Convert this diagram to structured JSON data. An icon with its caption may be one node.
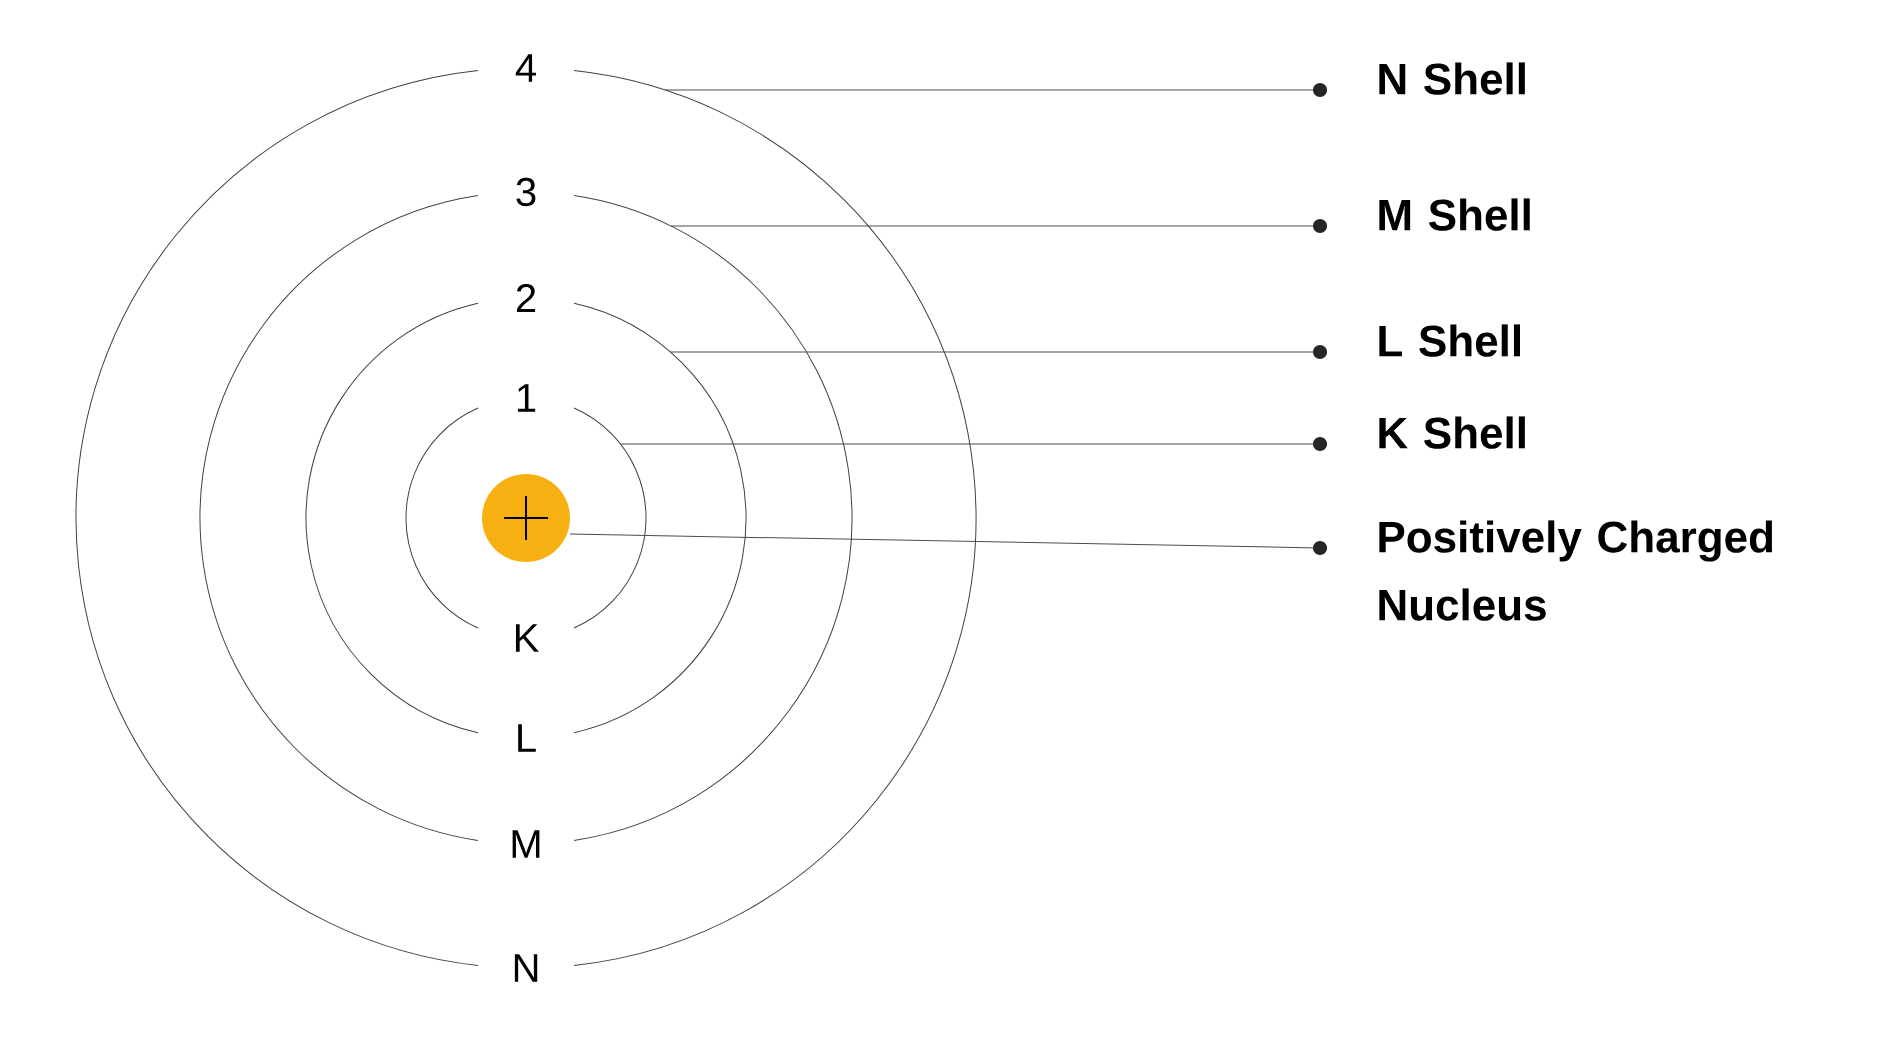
{
  "diagram": {
    "nodes": [
      {
        "text": [
          "4",
          "N"
        ]
      },
      {
        "text": [
          "3",
          "M"
        ],
        "in": 0
      },
      {
        "text": [
          "2",
          "L"
        ],
        "in": 1
      },
      {
        "text": [
          "1",
          "K"
        ],
        "in": 2
      },
      {
        "text": [],
        "shape": "circle",
        "in": 3
      },
      {
        "text": [
          "N Shell"
        ]
      },
      {
        "text": [
          "M Shell"
        ]
      },
      {
        "text": [
          "L Shell"
        ]
      },
      {
        "text": [
          "K Shell"
        ]
      },
      {
        "text": [
          "Positively Charged Nucleus"
        ]
      }
    ],
    "edges": [
      {
        "from": 5,
        "to": 0,
        "arrow": "other"
      },
      {
        "from": 6,
        "to": 1,
        "arrow": "other"
      },
      {
        "from": 7,
        "to": 2,
        "arrow": "other"
      },
      {
        "from": 8,
        "to": 3,
        "arrow": "other"
      },
      {
        "from": 9,
        "to": 4,
        "arrow": "other"
      }
    ]
  }
}
